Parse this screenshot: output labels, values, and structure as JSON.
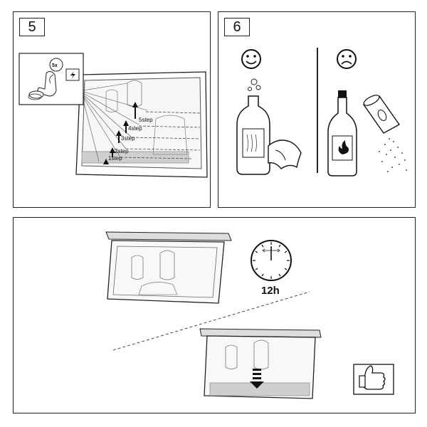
{
  "panels": [
    {
      "number": "5",
      "badge": "5x",
      "steps": [
        "1step",
        "2step",
        "3step",
        "4step",
        "5step"
      ],
      "icons": [
        "hand-pressing-button-icon",
        "lightning-icon",
        "arrow-up-icon"
      ]
    },
    {
      "number": "6",
      "icons": [
        "smiley-happy-icon",
        "smiley-sad-icon",
        "cleaner-bottle-icon",
        "cloth-icon",
        "flammable-bottle-icon",
        "powder-shaker-icon"
      ]
    },
    {
      "number": "",
      "clock_label": "12h",
      "icons": [
        "clock-icon",
        "arrow-down-icon",
        "thumbs-up-icon"
      ]
    }
  ]
}
